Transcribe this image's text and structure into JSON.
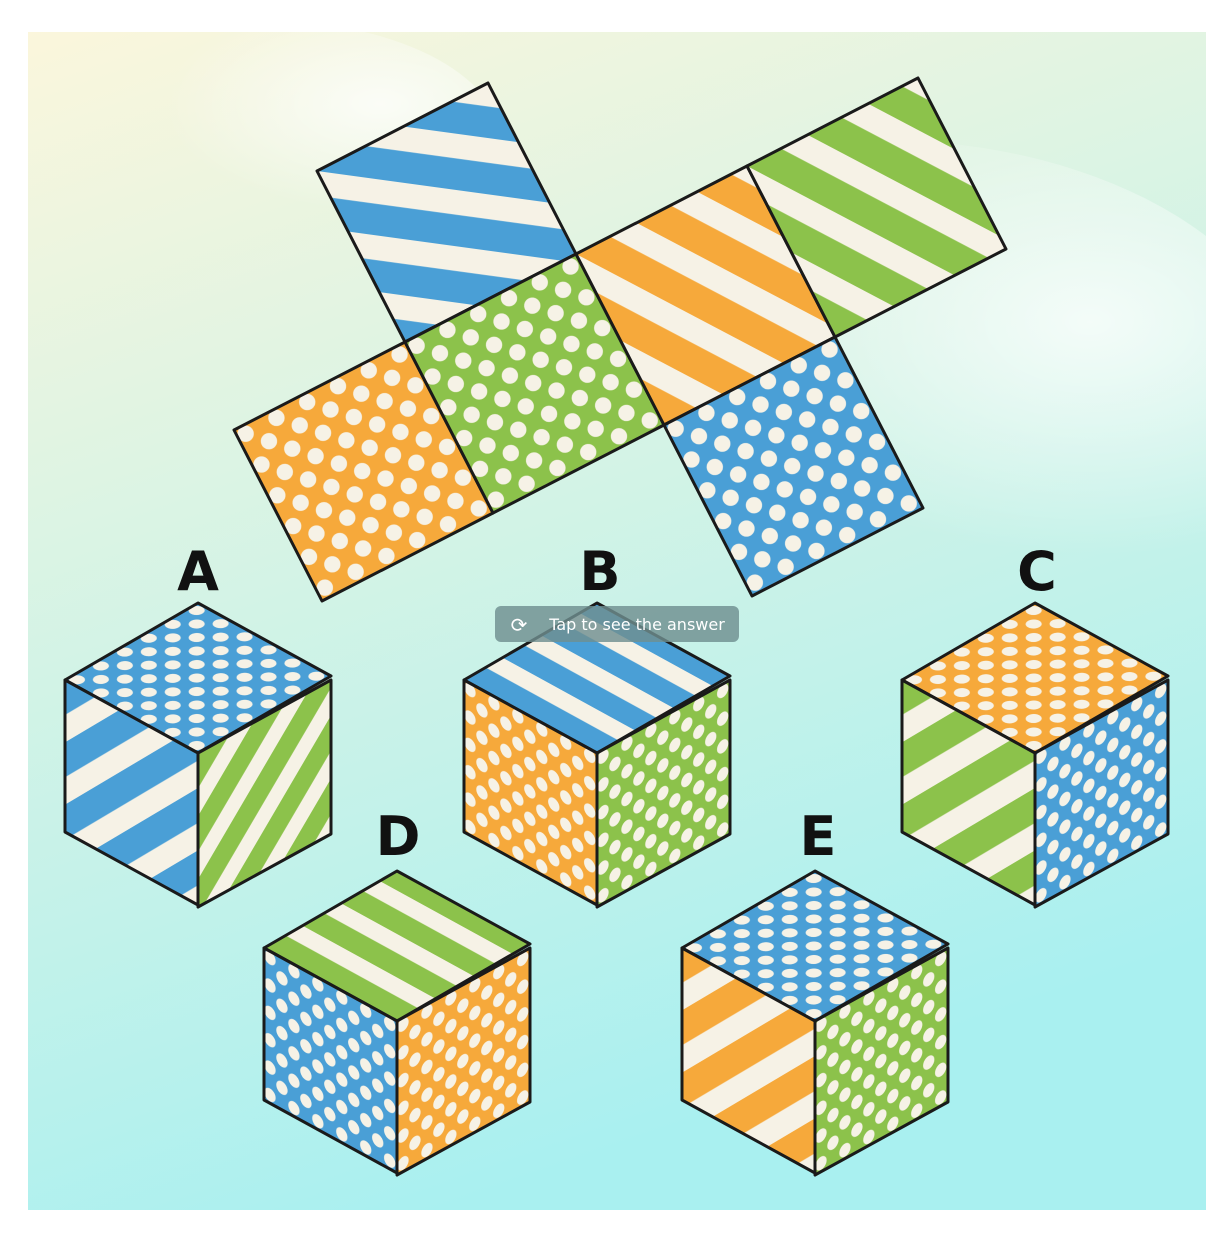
{
  "palette": {
    "blue": "#4a9fd6",
    "green": "#8cc24b",
    "orange": "#f6a93b",
    "cream": "#f6f2e6",
    "outline": "#1a1a1a",
    "bg_top": "#fbf6dc",
    "bg_bottom": "#a9f0f0"
  },
  "net": {
    "faces": [
      {
        "name": "net-face-blue-stripes",
        "color": "blue",
        "pattern": "stripes"
      },
      {
        "name": "net-face-orange-dots",
        "color": "orange",
        "pattern": "dots"
      },
      {
        "name": "net-face-green-dots",
        "color": "green",
        "pattern": "dots"
      },
      {
        "name": "net-face-orange-stripes",
        "color": "orange",
        "pattern": "stripes"
      },
      {
        "name": "net-face-green-stripes",
        "color": "green",
        "pattern": "stripes"
      },
      {
        "name": "net-face-blue-dots",
        "color": "blue",
        "pattern": "dots"
      }
    ]
  },
  "options": [
    {
      "label": "A",
      "top": {
        "color": "blue",
        "pattern": "dots"
      },
      "left": {
        "color": "blue",
        "pattern": "stripes"
      },
      "right": {
        "color": "green",
        "pattern": "stripes"
      }
    },
    {
      "label": "B",
      "top": {
        "color": "blue",
        "pattern": "stripes"
      },
      "left": {
        "color": "orange",
        "pattern": "dots"
      },
      "right": {
        "color": "green",
        "pattern": "dots"
      }
    },
    {
      "label": "C",
      "top": {
        "color": "orange",
        "pattern": "dots"
      },
      "left": {
        "color": "green",
        "pattern": "stripes"
      },
      "right": {
        "color": "blue",
        "pattern": "dots"
      }
    },
    {
      "label": "D",
      "top": {
        "color": "green",
        "pattern": "stripes"
      },
      "left": {
        "color": "blue",
        "pattern": "dots"
      },
      "right": {
        "color": "orange",
        "pattern": "dots"
      }
    },
    {
      "label": "E",
      "top": {
        "color": "blue",
        "pattern": "dots"
      },
      "left": {
        "color": "orange",
        "pattern": "stripes"
      },
      "right": {
        "color": "green",
        "pattern": "dots"
      }
    }
  ],
  "reveal_button": {
    "icon": "refresh-icon",
    "label": "Tap to see the answer"
  }
}
